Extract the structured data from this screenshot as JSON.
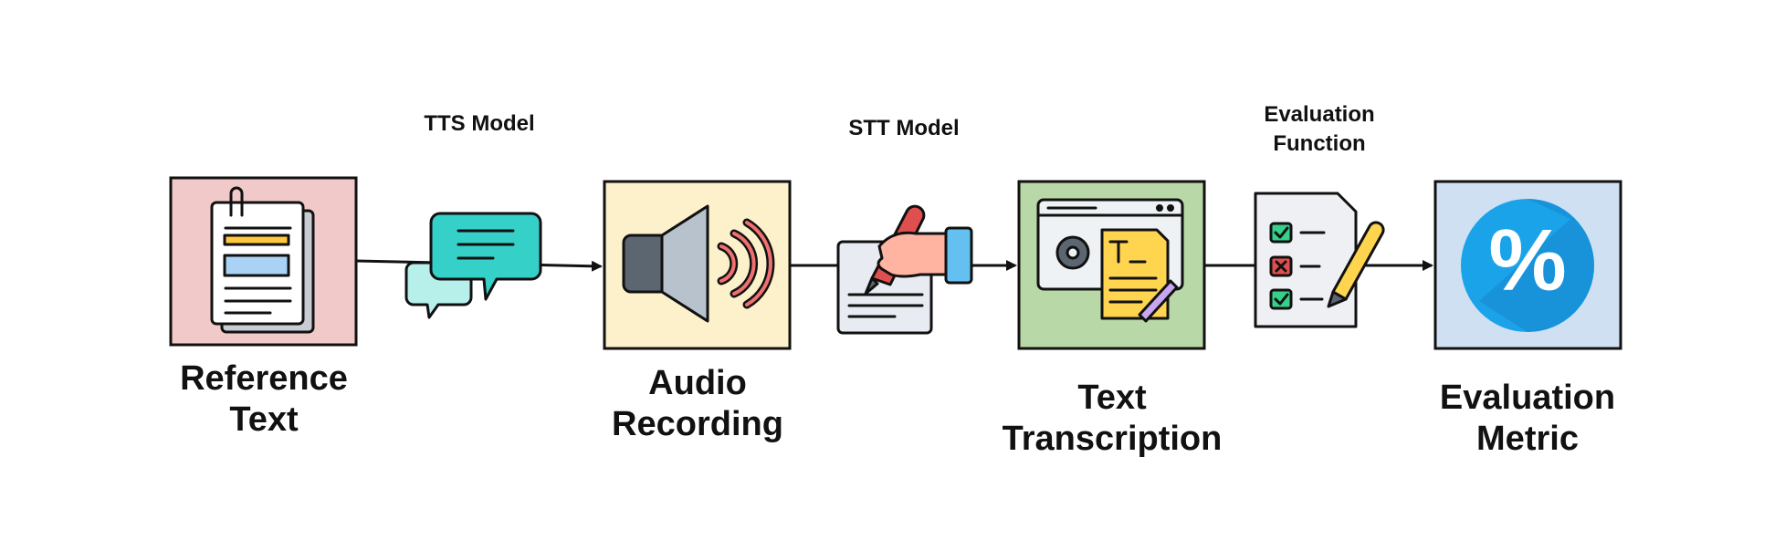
{
  "nodes": [
    {
      "id": "reference-text",
      "title_lines": [
        "Reference",
        "Text"
      ],
      "fill": "#f2c9c9",
      "icon": "document-icon"
    },
    {
      "id": "audio-recording",
      "title_lines": [
        "Audio",
        "Recording"
      ],
      "fill": "#fdf1cc",
      "icon": "speaker-icon"
    },
    {
      "id": "text-transcription",
      "title_lines": [
        "Text",
        "Transcription"
      ],
      "fill": "#b8d8a8",
      "icon": "transcription-window-icon"
    },
    {
      "id": "evaluation-metric",
      "title_lines": [
        "Evaluation",
        "Metric"
      ],
      "fill": "#cfe0f3",
      "icon": "percent-icon"
    }
  ],
  "edges": [
    {
      "id": "tts",
      "label_lines": [
        "TTS Model"
      ],
      "icon": "speech-bubbles-icon"
    },
    {
      "id": "stt",
      "label_lines": [
        "STT Model"
      ],
      "icon": "hand-writing-icon"
    },
    {
      "id": "eval",
      "label_lines": [
        "Evaluation",
        "Function"
      ],
      "icon": "checklist-pencil-icon"
    }
  ],
  "colors": {
    "outline": "#111111",
    "teal": "#35d0c8",
    "red": "#e04f4f",
    "blue": "#2196e0",
    "yellow": "#ffd54f"
  }
}
